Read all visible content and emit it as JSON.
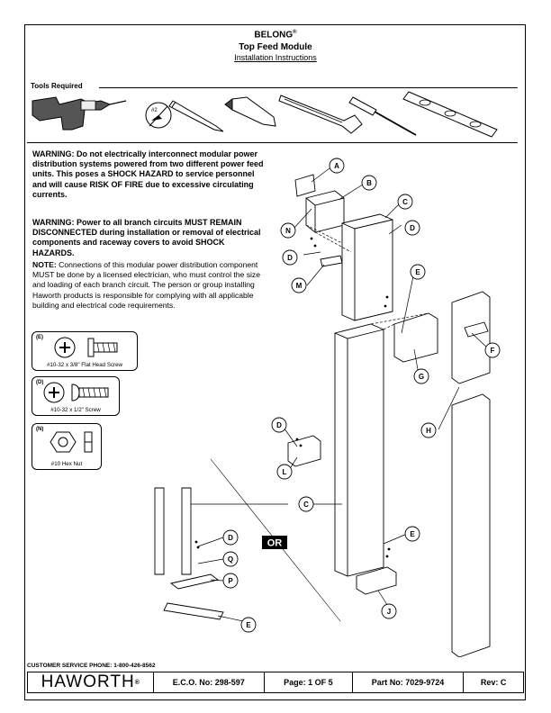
{
  "header": {
    "brand": "BELONG",
    "brand_mark": "®",
    "product": "Top Feed Module",
    "doc_type": "Installation Instructions"
  },
  "tools": {
    "label": "Tools Required",
    "bit_label": "#2",
    "items": [
      "drill-icon",
      "phillips-bit-icon",
      "pencil-icon",
      "utility-knife-icon",
      "hacksaw-icon",
      "screwdriver-icon",
      "level-icon"
    ]
  },
  "warnings": [
    "WARNING:  Do not electrically interconnect modular power distribution systems powered from two different power feed units.  This poses a SHOCK HAZARD to service personnel and will cause RISK OF FIRE due to excessive circulating currents.",
    "WARNING: Power to all branch circuits MUST REMAIN DISCONNECTED during installation or removal of electrical components and raceway covers to avoid SHOCK HAZARDS."
  ],
  "note": {
    "label": "NOTE:",
    "text": " Connections of this modular power distribution component MUST be done by a licensed electrician, who must control the size and loading of each branch circuit.  The person or group installing Haworth products is responsible for complying with all applicable building and electrical code requirements."
  },
  "hardware": [
    {
      "tag": "(E)",
      "caption": "#10-32 x 3/8\" Flat Head Screw"
    },
    {
      "tag": "(D)",
      "caption": "#10-32 x 1/2\" Screw"
    },
    {
      "tag": "(N)",
      "caption": "#10 Hex Nut"
    }
  ],
  "diagram": {
    "callouts": [
      "A",
      "B",
      "C",
      "D",
      "N",
      "D",
      "M",
      "E",
      "F",
      "G",
      "H",
      "D",
      "L",
      "C",
      "E",
      "D",
      "Q",
      "P",
      "E",
      "J"
    ],
    "or_label": "OR"
  },
  "footer": {
    "phone": "CUSTOMER SERVICE PHONE: 1-800-426-8562",
    "logo": "HAWORTH",
    "logo_mark": "®",
    "eco": "E.C.O. No: 298-597",
    "page": "Page:  1 OF 5",
    "part": "Part No:  7029-9724",
    "rev": "Rev:  C"
  }
}
